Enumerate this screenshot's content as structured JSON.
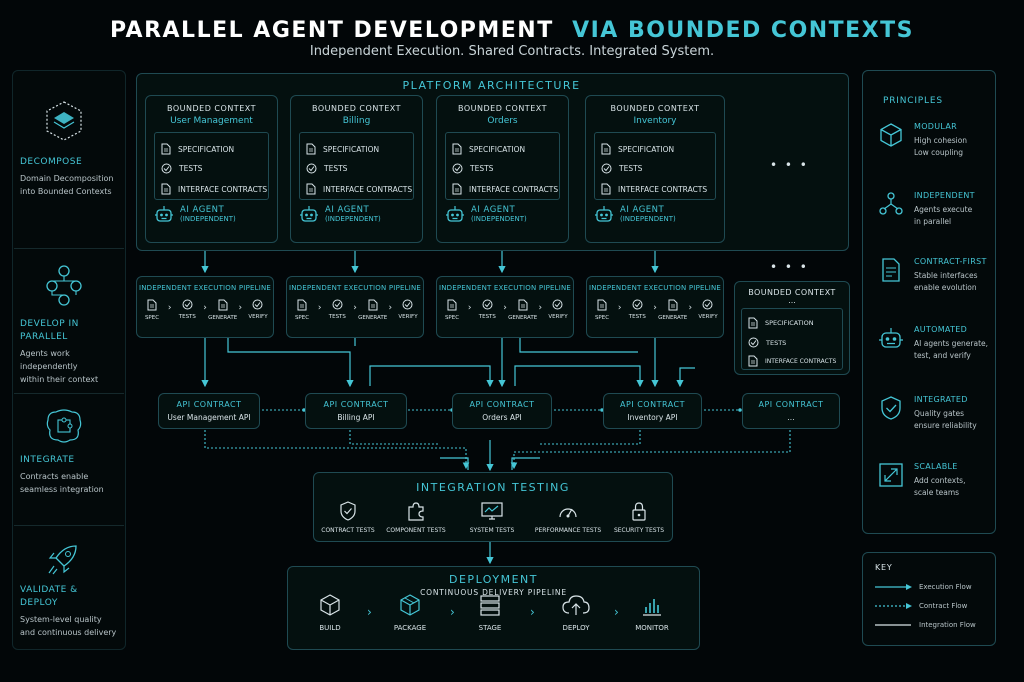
{
  "header": {
    "title_part1": "PARALLEL AGENT DEVELOPMENT",
    "title_part2": "VIA BOUNDED CONTEXTS",
    "subtitle": "Independent Execution. Shared Contracts. Integrated System."
  },
  "left_steps": [
    {
      "title": "DECOMPOSE",
      "text": [
        "Domain Decomposition",
        "into Bounded Contexts"
      ],
      "icon": "cube-layers-icon"
    },
    {
      "title": "DEVELOP IN",
      "title2": "PARALLEL",
      "text": [
        "Agents work independently",
        "within their context"
      ],
      "icon": "network-nodes-icon"
    },
    {
      "title": "INTEGRATE",
      "text": [
        "Contracts enable",
        "seamless integration"
      ],
      "icon": "puzzle-brain-icon"
    },
    {
      "title": "VALIDATE &",
      "title2": "DEPLOY",
      "text": [
        "System-level quality",
        "and continuous delivery"
      ],
      "icon": "rocket-icon"
    }
  ],
  "platform": {
    "title": "PLATFORM ARCHITECTURE",
    "ellipsis": "• • •",
    "contexts": [
      {
        "label": "BOUNDED CONTEXT",
        "name": "User Management"
      },
      {
        "label": "BOUNDED CONTEXT",
        "name": "Billing"
      },
      {
        "label": "BOUNDED CONTEXT",
        "name": "Orders"
      },
      {
        "label": "BOUNDED CONTEXT",
        "name": "Inventory"
      }
    ],
    "items": {
      "spec": "SPECIFICATION",
      "tests": "TESTS",
      "contracts": "INTERFACE CONTRACTS"
    },
    "agent": {
      "label": "AI AGENT",
      "sub": "(INDEPENDENT)"
    }
  },
  "pipelines": {
    "title": "INDEPENDENT EXECUTION PIPELINE",
    "steps": [
      "SPEC",
      "TESTS",
      "GENERATE",
      "VERIFY"
    ],
    "ellipsis": "• • •"
  },
  "extra_context": {
    "label": "BOUNDED CONTEXT",
    "name": "...",
    "items": [
      "SPECIFICATION",
      "TESTS",
      "INTERFACE CONTRACTS"
    ]
  },
  "api_contracts": [
    {
      "label": "API CONTRACT",
      "name": "User Management API"
    },
    {
      "label": "API CONTRACT",
      "name": "Billing API"
    },
    {
      "label": "API CONTRACT",
      "name": "Orders API"
    },
    {
      "label": "API CONTRACT",
      "name": "Inventory API"
    },
    {
      "label": "API CONTRACT",
      "name": "..."
    }
  ],
  "integration": {
    "title": "INTEGRATION TESTING",
    "tests": [
      "CONTRACT TESTS",
      "COMPONENT TESTS",
      "SYSTEM TESTS",
      "PERFORMANCE TESTS",
      "SECURITY TESTS"
    ]
  },
  "deployment": {
    "title": "DEPLOYMENT",
    "subtitle": "CONTINUOUS DELIVERY PIPELINE",
    "steps": [
      "BUILD",
      "PACKAGE",
      "STAGE",
      "DEPLOY",
      "MONITOR"
    ]
  },
  "principles": {
    "title": "PRINCIPLES",
    "items": [
      {
        "title": "MODULAR",
        "text": [
          "High cohesion",
          "Low coupling"
        ],
        "icon": "cube-icon"
      },
      {
        "title": "INDEPENDENT",
        "text": [
          "Agents execute",
          "in parallel"
        ],
        "icon": "branch-nodes-icon"
      },
      {
        "title": "CONTRACT-FIRST",
        "text": [
          "Stable interfaces",
          "enable evolution"
        ],
        "icon": "document-icon"
      },
      {
        "title": "AUTOMATED",
        "text": [
          "AI agents generate,",
          "test, and verify"
        ],
        "icon": "robot-icon"
      },
      {
        "title": "INTEGRATED",
        "text": [
          "Quality gates",
          "ensure reliability"
        ],
        "icon": "shield-check-icon"
      },
      {
        "title": "SCALABLE",
        "text": [
          "Add contexts,",
          "scale teams"
        ],
        "icon": "expand-arrows-icon"
      }
    ]
  },
  "key": {
    "title": "KEY",
    "items": [
      "Execution Flow",
      "Contract Flow",
      "Integration Flow"
    ]
  },
  "colors": {
    "accent": "#45c6d6",
    "border": "#1f4a52",
    "background": "#020608"
  }
}
